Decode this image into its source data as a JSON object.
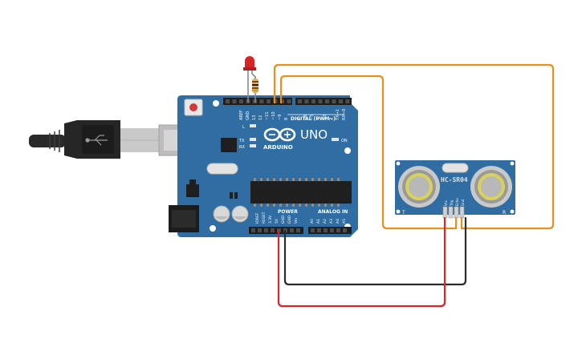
{
  "board": {
    "logo_text": "ARDUINO",
    "model": "UNO",
    "digital_header": "DIGITAL (PWM~)",
    "power_header": "POWER",
    "analog_header": "ANALOG IN",
    "on_label": "ON",
    "led_l": "L",
    "led_tx": "TX",
    "led_rx": "RX",
    "aref": "AREF",
    "gnd": "GND",
    "pin_13": "13",
    "pin_12": "12",
    "pin_11": "~11",
    "pin_10": "~10",
    "pin_9": "~9",
    "pin_8": "8",
    "pin_7": "7",
    "pin_6": "~6",
    "pin_5": "~5",
    "pin_4": "4",
    "pin_3": "~3",
    "pin_2": "2",
    "pin_tx1": "TX→1",
    "pin_rx0": "RX←0",
    "pwr_ioref": "IOREF",
    "pwr_reset": "RESET",
    "pwr_33v": "3.3V",
    "pwr_5v": "5V",
    "pwr_gnd1": "GND",
    "pwr_gnd2": "GND",
    "pwr_vin": "Vin",
    "a0": "A0",
    "a1": "A1",
    "a2": "A2",
    "a3": "A3",
    "a4": "A4",
    "a5": "A5"
  },
  "sensor": {
    "label": "HC-SR04",
    "pin_vcc": "Vcc",
    "pin_trig": "Trig",
    "pin_echo": "Echo",
    "pin_gnd": "Gnd",
    "mark_t": "T",
    "mark_r": "R"
  },
  "colors": {
    "board": "#2f6da3",
    "wire_orange": "#e8901a",
    "wire_red": "#d9262a",
    "wire_black": "#2b2b2b",
    "led": "#d92424"
  }
}
